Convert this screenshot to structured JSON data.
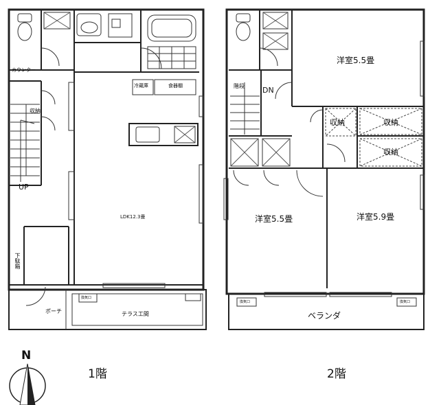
{
  "floor1": {
    "caption": "1階",
    "up": "UP",
    "counter": "カウンター",
    "storage": "収納",
    "shoebox": "下駄箱",
    "fridge": "冷蔵庫",
    "pantry": "食器棚",
    "ldk": "LDK12.3畳",
    "porch": "ポーチ",
    "terrace": "テラス工間",
    "vent": "換気口"
  },
  "floor2": {
    "caption": "2階",
    "stairs": "階段",
    "dn": "DN",
    "room_ne": "洋室5.5畳",
    "room_sw": "洋室5.5畳",
    "room_se": "洋室5.9畳",
    "closet_a": "収納",
    "closet_b": "収納",
    "closet_c": "収納",
    "balcony": "ベランダ",
    "vent_l": "換気口",
    "vent_r": "換気口"
  },
  "compass": {
    "north": "N"
  }
}
